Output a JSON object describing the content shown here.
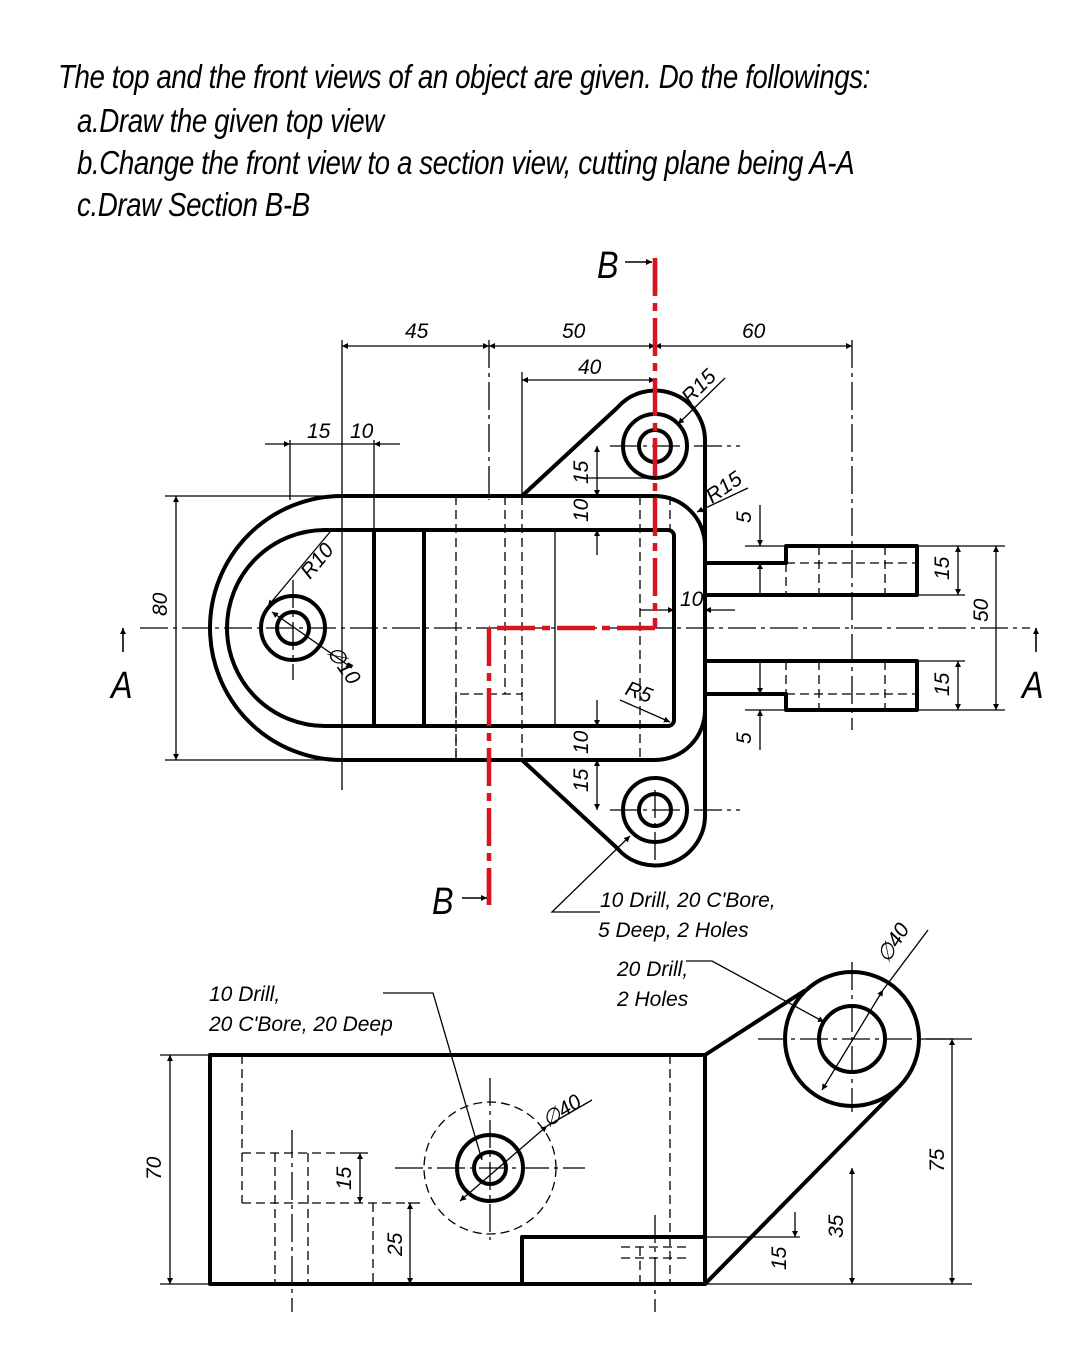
{
  "instructions": {
    "title": "The top and the front views of an object are given. Do the followings:",
    "items": [
      "a.Draw the given top view",
      "b.Change the front view to a section view, cutting plane being A-A",
      "c.Draw Section B-B"
    ]
  },
  "colors": {
    "cutting_plane": "#d8141e",
    "lines": "#000000"
  },
  "section_labels": {
    "a": "A",
    "b": "B"
  },
  "top_view_dims": {
    "d45": "45",
    "d50": "50",
    "d60": "60",
    "d40": "40",
    "d15a": "15",
    "d10a": "10",
    "d80": "80",
    "d50v": "50",
    "d15r1": "15",
    "d15r2": "15",
    "d5a": "5",
    "d5b": "5",
    "d15m1": "15",
    "d10m1": "10",
    "d10m2": "10",
    "d15m2": "15",
    "d10h": "10",
    "r15a": "R15",
    "r15b": "R15",
    "r10": "R10",
    "r5": "R5",
    "dia10": "∅10"
  },
  "front_view_dims": {
    "d70": "70",
    "d75": "75",
    "d35": "35",
    "d15b": "15",
    "d15c": "15",
    "d25": "25",
    "dia40a": "∅40",
    "dia40b": "∅40"
  },
  "notes": {
    "holes_top": [
      "10 Drill, 20 C'Bore,",
      "5 Deep, 2 Holes"
    ],
    "drill20": [
      "20 Drill,",
      "2 Holes"
    ],
    "drill10": [
      "10 Drill,",
      "20 C'Bore, 20 Deep"
    ]
  }
}
